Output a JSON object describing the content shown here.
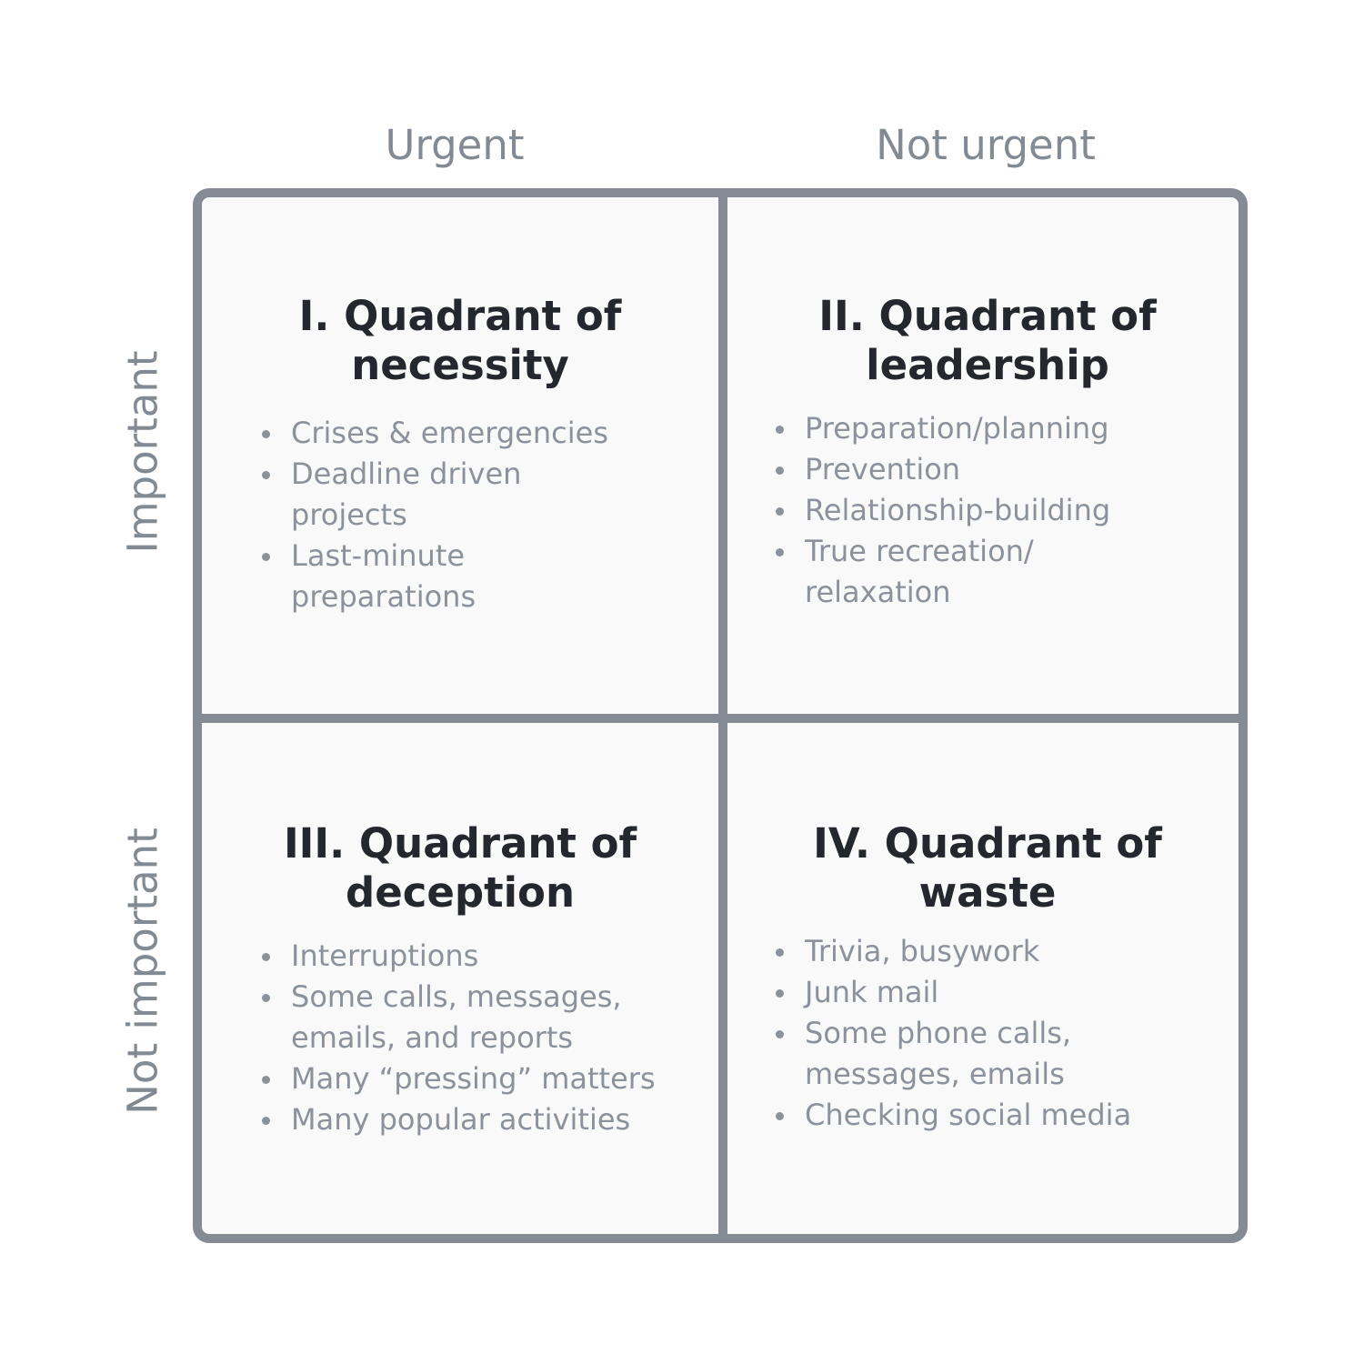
{
  "columns": {
    "urgent": "Urgent",
    "not_urgent": "Not urgent"
  },
  "rows": {
    "important": "Important",
    "not_important": "Not important"
  },
  "colors": {
    "border": "#848b95",
    "quadrant_fill": "#f9f9f9",
    "heading": "#24272d",
    "item_text": "#8b929c",
    "axis_label": "#828a94"
  },
  "quadrants": [
    {
      "title_line1": "I. Quadrant of",
      "title_line2": "necessity",
      "items": [
        "Crises & emergencies",
        "Deadline driven",
        "projects",
        "Last-minute",
        "preparations"
      ]
    },
    {
      "title_line1": "II. Quadrant of",
      "title_line2": "leadership",
      "items": [
        "Preparation/planning",
        "Prevention",
        "Relationship-building",
        "True recreation/",
        "relaxation"
      ]
    },
    {
      "title_line1": "III. Quadrant of",
      "title_line2": "deception",
      "items": [
        "Interruptions",
        "Some calls, messages,",
        "emails, and reports",
        "Many “pressing” matters",
        "Many popular activities"
      ]
    },
    {
      "title_line1": "IV. Quadrant of",
      "title_line2": "waste",
      "items": [
        "Trivia, busywork",
        "Junk mail",
        "Some phone calls,",
        "messages, emails",
        "Checking social media"
      ]
    }
  ]
}
